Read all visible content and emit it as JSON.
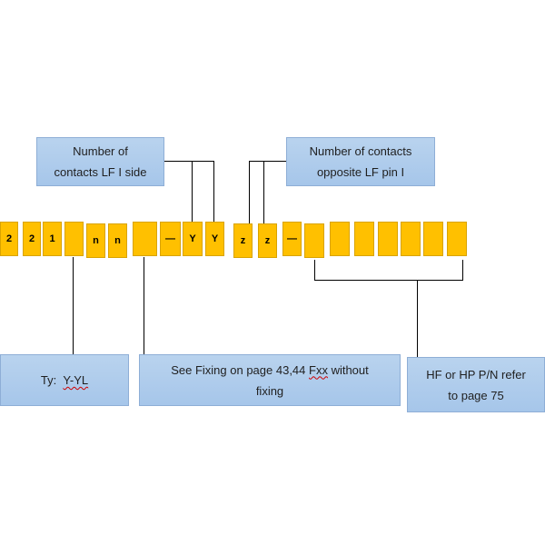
{
  "callouts": {
    "lf_side": "Number of\ncontacts LF I side",
    "opposite": "Number of contacts\nopposite LF pin I",
    "type_label": "Ty:",
    "type_value": "Y-YL",
    "fixing_pre": "See Fixing on page 43,44 ",
    "fixing_word": "Fxx",
    "fixing_post": " without fixing",
    "hf": "HF or HP P/N refer\nto page 75"
  },
  "code_cells": [
    {
      "char": "2"
    },
    {
      "char": "2"
    },
    {
      "char": "1"
    },
    {
      "char": ""
    },
    {
      "char": "n"
    },
    {
      "char": "n"
    },
    {
      "char": ""
    },
    {
      "char": "—"
    },
    {
      "char": "Y"
    },
    {
      "char": "Y"
    },
    {
      "char": "z"
    },
    {
      "char": "z"
    },
    {
      "char": "—"
    },
    {
      "char": ""
    },
    {
      "char": ""
    },
    {
      "char": ""
    },
    {
      "char": ""
    },
    {
      "char": ""
    },
    {
      "char": ""
    },
    {
      "char": ""
    }
  ],
  "colors": {
    "cell_fill": "#ffc000",
    "callout_fill": "#b4cff0",
    "connector": "#000000"
  }
}
